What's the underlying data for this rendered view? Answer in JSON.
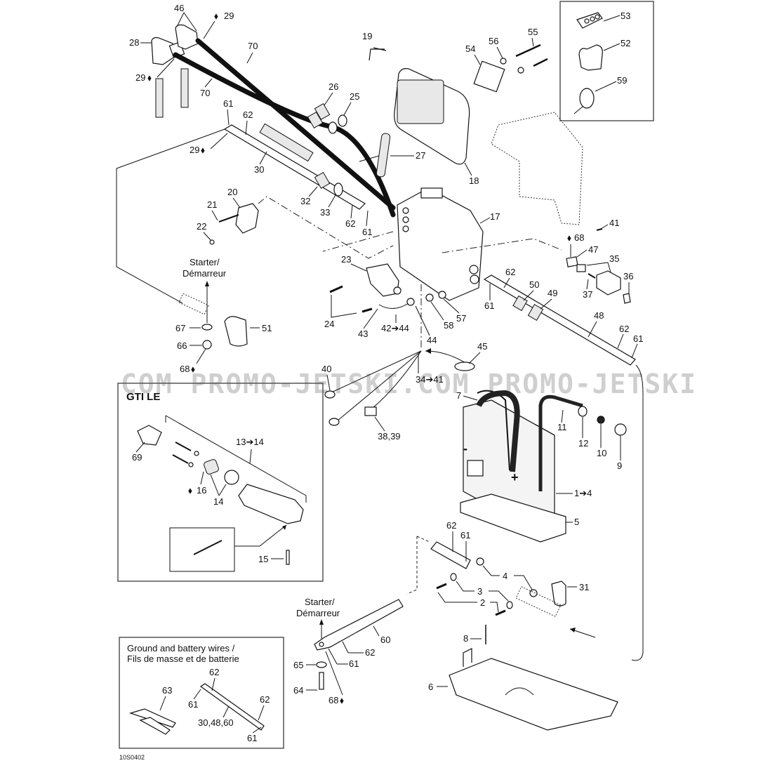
{
  "diagram": {
    "figure_code": "10S0402",
    "watermark": "COM PROMO-JETSKI.COM PROMO-JETSKI",
    "drop_icon": "oil-drop-icon",
    "arrow_glyph": "➔",
    "starter_label_1": "Starter/",
    "starter_label_2": "Démarreur",
    "inset_gti": {
      "title": "GTI LE",
      "callouts": [
        "69",
        "13➔14",
        "16",
        "14",
        "15"
      ]
    },
    "inset_fasteners": {
      "callouts": [
        "53",
        "52",
        "59"
      ]
    },
    "inset_ground": {
      "title_line1": "Ground and battery wires /",
      "title_line2": "Fils de masse et de batterie",
      "callouts": [
        "63",
        "62",
        "61",
        "30,48,60",
        "62",
        "61"
      ]
    },
    "callouts": {
      "c46": "46",
      "c29a": "29",
      "c28": "28",
      "c29b": "29",
      "c70a": "70",
      "c70b": "70",
      "c19": "19",
      "c55": "55",
      "c56": "56",
      "c54": "54",
      "c26": "26",
      "c25": "25",
      "c61a": "61",
      "c62a": "62",
      "c29c": "29",
      "c30": "30",
      "c27": "27",
      "c18": "18",
      "c20": "20",
      "c21": "21",
      "c22": "22",
      "c32": "32",
      "c33": "33",
      "c62b": "62",
      "c61b": "61",
      "c17": "17",
      "c41": "41",
      "c68a": "68",
      "c47": "47",
      "c35": "35",
      "c36": "36",
      "c37": "37",
      "c23": "23",
      "c62c": "62",
      "c50": "50",
      "c49": "49",
      "c61c": "61",
      "c24": "24",
      "c43": "43",
      "c4244": "42➔44",
      "c58": "58",
      "c57": "57",
      "c44": "44",
      "c48": "48",
      "c62d": "62",
      "c61d": "61",
      "c67": "67",
      "c51": "51",
      "c66": "66",
      "c68b": "68",
      "c45": "45",
      "c40": "40",
      "c3441": "34➔41",
      "c7": "7",
      "c3839": "38,39",
      "c11": "11",
      "c12": "12",
      "c10": "10",
      "c9": "9",
      "c14": "1➔4",
      "c5": "5",
      "c62e": "62",
      "c61e": "61",
      "c4": "4",
      "c3": "3",
      "c31": "31",
      "c2": "2",
      "c8": "8",
      "c60": "60",
      "c62f": "62",
      "c61f": "61",
      "c65": "65",
      "c64": "64",
      "c68c": "68",
      "c6": "6"
    },
    "battery_symbols": {
      "minus": "-",
      "plus": "+"
    }
  }
}
